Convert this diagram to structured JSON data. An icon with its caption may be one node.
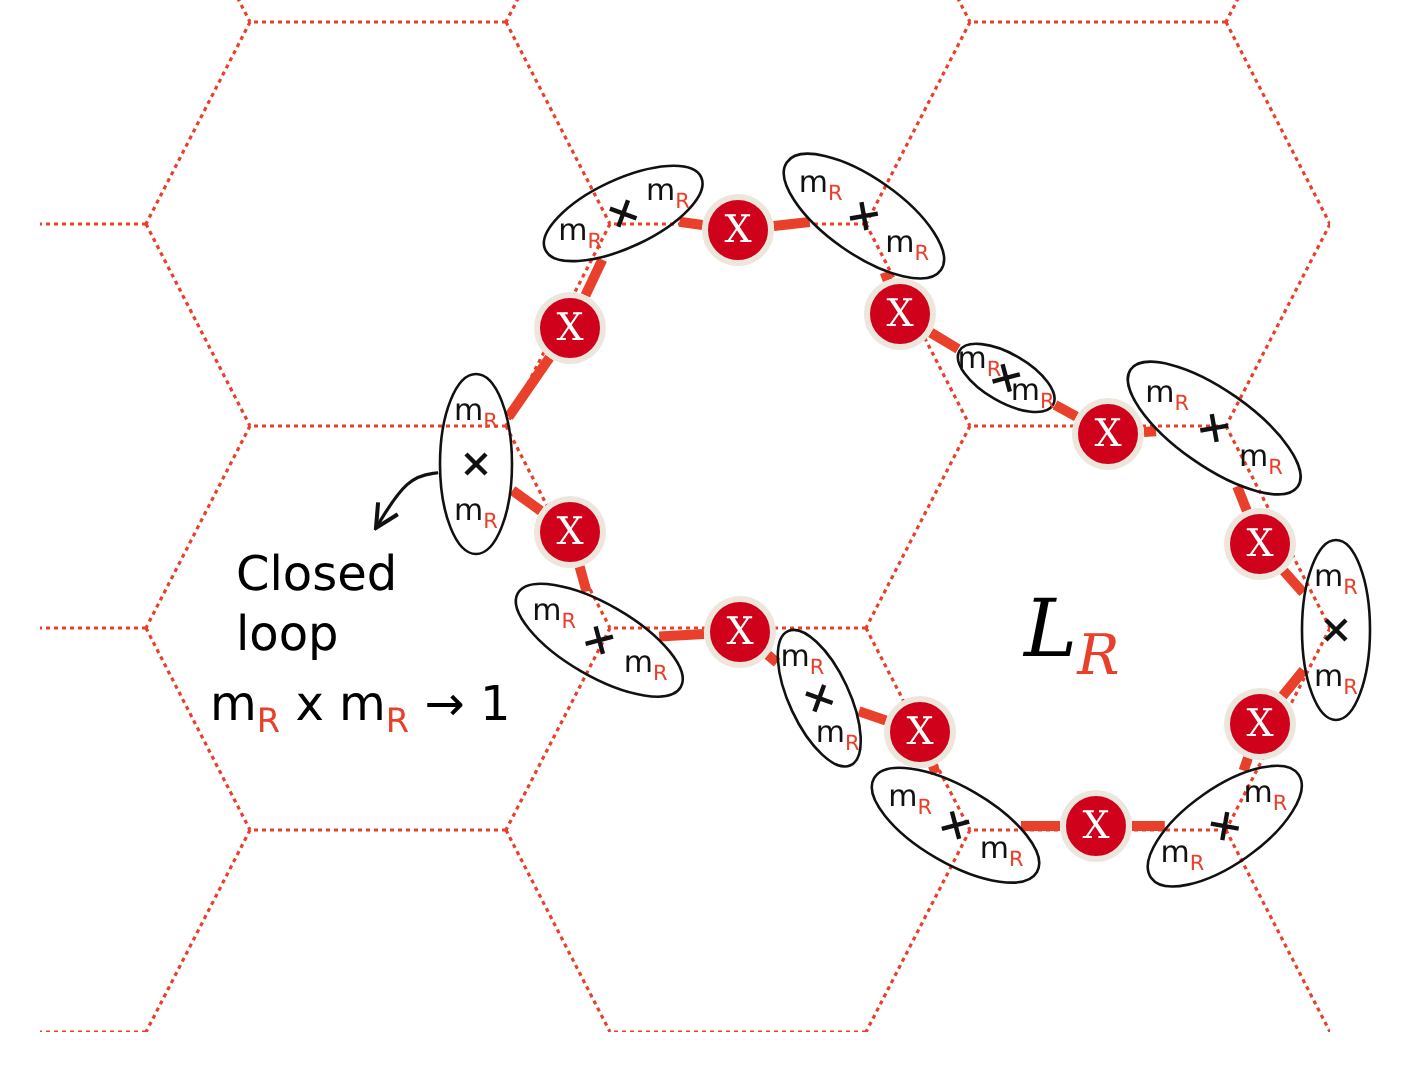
{
  "diagram": {
    "nodes": [
      {
        "text": [
          "m$_{R}$",
          "m$_{R}$"
        ]
      },
      {
        "text": [
          "X"
        ]
      },
      {
        "text": [
          "m$_{R}$",
          "m$_{R}$"
        ]
      },
      {
        "text": [
          "X"
        ]
      },
      {
        "text": [
          "m$_{R}$",
          "m$_{R}$"
        ]
      },
      {
        "text": [
          "X"
        ]
      },
      {
        "text": [
          "m$_{R}$",
          "m$_{R}$"
        ]
      },
      {
        "text": [
          "X"
        ]
      },
      {
        "text": [
          "m$_{R}$",
          "m$_{R}$"
        ]
      },
      {
        "text": [
          "X"
        ]
      },
      {
        "text": [
          "m$_{R}$",
          "m$_{R}$"
        ]
      },
      {
        "text": [
          "X"
        ]
      },
      {
        "text": [
          "m$_{R}$",
          "m$_{R}$"
        ]
      },
      {
        "text": [
          "X"
        ]
      },
      {
        "text": [
          "m$_{R}$",
          "m$_{R}$"
        ]
      },
      {
        "text": [
          "X"
        ]
      },
      {
        "text": [
          "m$_{R}$",
          "m$_{R}$"
        ]
      },
      {
        "text": [
          "X"
        ]
      },
      {
        "text": [
          "m$_{R}$",
          "m$_{R}$"
        ]
      },
      {
        "text": [
          "X"
        ]
      },
      {
        "text": [
          "Closed loop"
        ]
      }
    ],
    "edges": [
      {
        "from": 0,
        "to": 1,
        "arrow": "none"
      },
      {
        "from": 1,
        "to": 2,
        "arrow": "none"
      },
      {
        "from": 2,
        "to": 3,
        "arrow": "none"
      },
      {
        "from": 3,
        "to": 4,
        "arrow": "none"
      },
      {
        "from": 4,
        "to": 5,
        "arrow": "none"
      },
      {
        "from": 5,
        "to": 6,
        "arrow": "none"
      },
      {
        "from": 6,
        "to": 7,
        "arrow": "none"
      },
      {
        "from": 7,
        "to": 8,
        "arrow": "none"
      },
      {
        "from": 8,
        "to": 9,
        "arrow": "none"
      },
      {
        "from": 9,
        "to": 10,
        "arrow": "none"
      },
      {
        "from": 10,
        "to": 11,
        "arrow": "none"
      },
      {
        "from": 11,
        "to": 12,
        "arrow": "none"
      },
      {
        "from": 12,
        "to": 13,
        "arrow": "none"
      },
      {
        "from": 13,
        "to": 14,
        "arrow": "none"
      },
      {
        "from": 14,
        "to": 15,
        "arrow": "none"
      },
      {
        "from": 15,
        "to": 16,
        "arrow": "none"
      },
      {
        "from": 16,
        "to": 17,
        "arrow": "none"
      },
      {
        "from": 17,
        "to": 18,
        "arrow": "none"
      },
      {
        "from": 18,
        "to": 19,
        "arrow": "none"
      },
      {
        "from": 19,
        "to": 0,
        "arrow": "none"
      },
      {
        "from": 18,
        "to": 20,
        "arrow": "to",
        "color": "#111111"
      }
    ],
    "labels": [
      "m$_{R}$ x m$_{R}$ → 1",
      "L$_{R}$"
    ]
  }
}
